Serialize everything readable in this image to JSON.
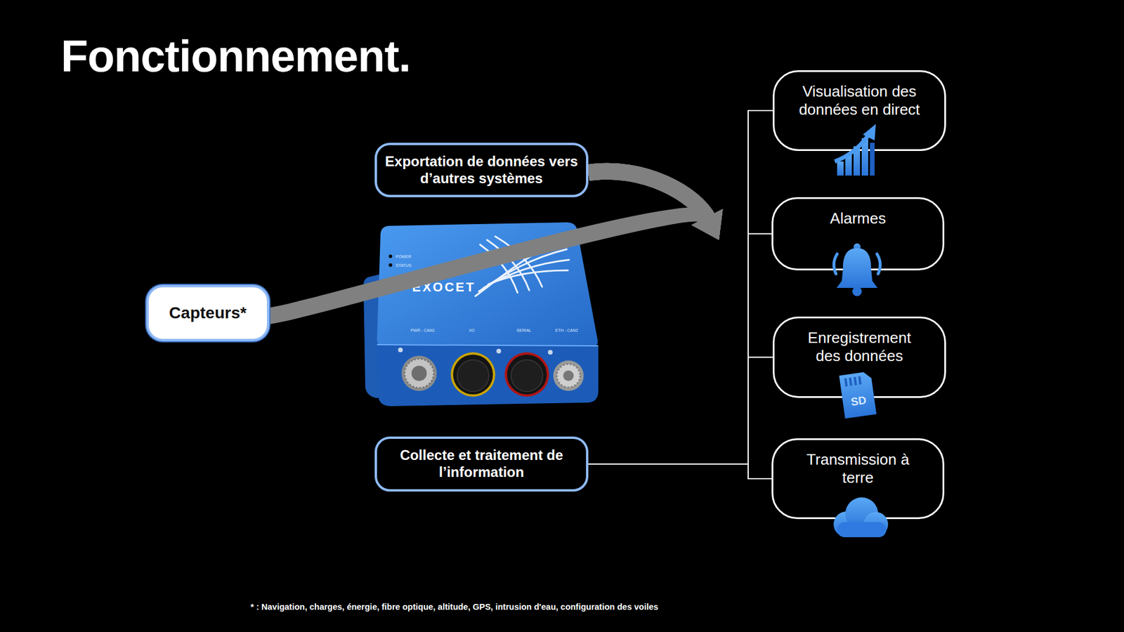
{
  "diagram": {
    "title": "Fonctionnement.",
    "nodes": [
      {
        "text": [
          "Capteurs*"
        ]
      },
      {
        "text": [
          "Exportation de données vers d’autres systèmes"
        ]
      },
      {
        "text": [
          "Collecte et traitement de l’information"
        ]
      },
      {
        "text": [
          "Visualisation des données en direct"
        ]
      },
      {
        "text": [
          "Alarmes"
        ]
      },
      {
        "text": [
          "Enregistrement des données"
        ]
      },
      {
        "text": [
          "Transmission à terre"
        ]
      }
    ],
    "edges": [
      {
        "from": 0,
        "to": 2,
        "arrow": "to"
      },
      {
        "from": 1,
        "to": 3,
        "arrow": "to"
      },
      {
        "from": 1,
        "to": 4,
        "arrow": "to"
      },
      {
        "from": 1,
        "to": 5,
        "arrow": "to"
      },
      {
        "from": 1,
        "to": 6,
        "arrow": "to"
      }
    ],
    "labels": [
      "* : Navigation, charges, énergie, fibre optique, altitude, GPS, intrusion d'eau, configuration des voiles",
      "EXOCET",
      "POWER",
      "STATUS",
      "PWR - CAN1",
      "I/O",
      "SERIAL",
      "ETH - CAN2",
      "SD"
    ]
  }
}
